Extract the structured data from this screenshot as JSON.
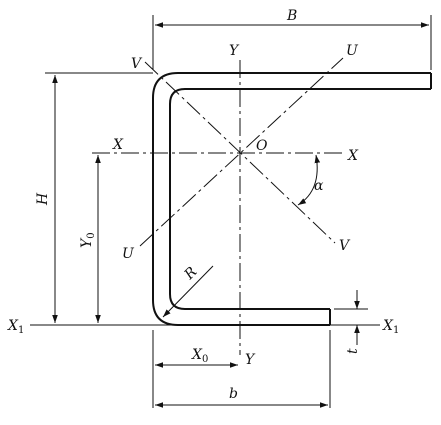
{
  "labels": {
    "B": "B",
    "b": "b",
    "H": "H",
    "Y0_main": "Y",
    "Y0_sub": "0",
    "X0_main": "X",
    "X0_sub": "0",
    "X1_left_main": "X",
    "X1_left_sub": "1",
    "X1_right_main": "X",
    "X1_right_sub": "1",
    "X_left": "X",
    "X_right": "X",
    "Y_top": "Y",
    "Y_bottom": "Y",
    "U_top": "U",
    "U_bottom": "U",
    "V_top": "V",
    "V_bottom": "V",
    "O": "O",
    "alpha": "α",
    "R": "R",
    "t": "t"
  }
}
